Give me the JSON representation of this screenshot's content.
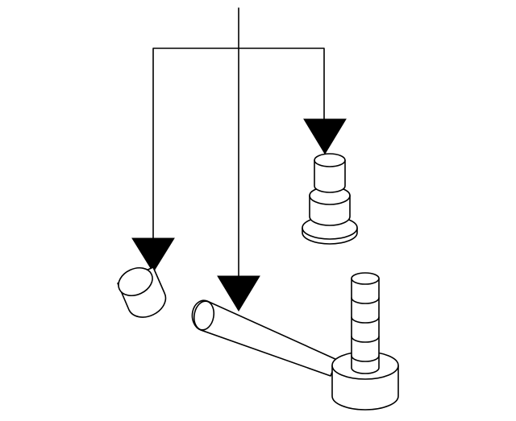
{
  "diagram": {
    "labels": [],
    "colors": {
      "line": "#000000",
      "background": "#ffffff"
    },
    "parts": [
      "cap",
      "stepped-bushing",
      "handle-lever",
      "stepped-shaft"
    ],
    "arrow_count": 3
  }
}
